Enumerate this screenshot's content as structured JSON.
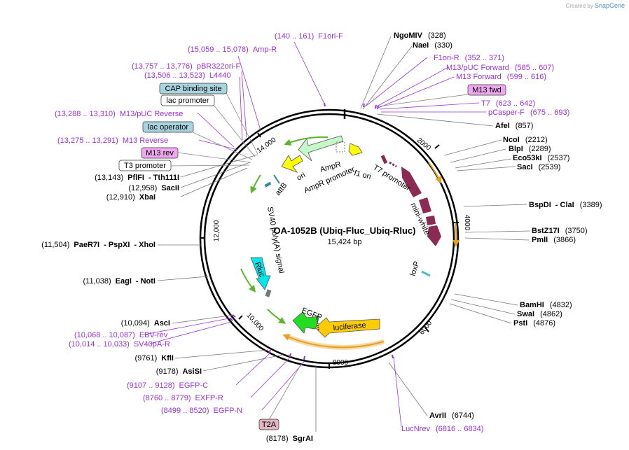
{
  "credit": {
    "prefix": "Created by",
    "brand": "SnapGene"
  },
  "plasmid": {
    "name": "OA-1052B (Ubiq-Fluc_Ubiq-Rluc)",
    "length": "15,424 bp"
  },
  "ticks": [
    "2000",
    "4000",
    "6000",
    "8000",
    "10,000",
    "12,000",
    "14,000"
  ],
  "enzymes_right": [
    {
      "name": "NgoMIV",
      "pos": "(328)"
    },
    {
      "name": "NaeI",
      "pos": "(330)"
    },
    {
      "name": "AfeI",
      "pos": "(857)"
    },
    {
      "name": "NcoI",
      "pos": "(2212)"
    },
    {
      "name": "BlpI",
      "pos": "(2289)"
    },
    {
      "name": "Eco53kI",
      "pos": "(2537)"
    },
    {
      "name": "SacI",
      "pos": "(2539)"
    },
    {
      "name": "BspDI",
      "name2": "ClaI",
      "pos": "(3389)"
    },
    {
      "name": "BstZ17I",
      "pos": "(3750)"
    },
    {
      "name": "PmlI",
      "pos": "(3866)"
    },
    {
      "name": "BamHI",
      "pos": "(4832)"
    },
    {
      "name": "SwaI",
      "pos": "(4862)"
    },
    {
      "name": "PstI",
      "pos": "(4876)"
    },
    {
      "name": "AvrII",
      "pos": "(6744)"
    }
  ],
  "enzymes_left": [
    {
      "name": "PflFI",
      "name2": "Tth111I",
      "pos": "(13,143)"
    },
    {
      "name": "SacII",
      "pos": "(12,958)"
    },
    {
      "name": "XbaI",
      "pos": "(12,910)"
    },
    {
      "name": "PaeR7I",
      "name2": "PspXI",
      "name3": "XhoI",
      "pos": "(11,504)"
    },
    {
      "name": "EagI",
      "name2": "NotI",
      "pos": "(11,038)"
    },
    {
      "name": "AscI",
      "pos": "(10,094)"
    },
    {
      "name": "KflI",
      "pos": "(9761)"
    },
    {
      "name": "AsiSI",
      "pos": "(9178)"
    },
    {
      "name": "SgrAI",
      "pos": "(8178)"
    }
  ],
  "primers": [
    {
      "name": "F1ori-F",
      "pos": "(140 .. 161)"
    },
    {
      "name": "Amp-R",
      "pos": "(15,059 .. 15,078)"
    },
    {
      "name": "pBR322ori-F",
      "pos": "(13,757 .. 13,776)"
    },
    {
      "name": "L4440",
      "pos": "(13,506 .. 13,523)"
    },
    {
      "name": "M13/pUC Reverse",
      "pos": "(13,288 .. 13,310)"
    },
    {
      "name": "M13 Reverse",
      "pos": "(13,275 .. 13,291)"
    },
    {
      "name": "F1ori-R",
      "pos": "(352 .. 371)"
    },
    {
      "name": "M13/pUC Forward",
      "pos": "(585 .. 607)"
    },
    {
      "name": "M13 Forward",
      "pos": "(599 .. 616)"
    },
    {
      "name": "T7",
      "pos": "(623 .. 642)"
    },
    {
      "name": "pCasper-F",
      "pos": "(675 .. 693)"
    },
    {
      "name": "EBV-rev",
      "pos": "(10,068 .. 10,087)"
    },
    {
      "name": "SV40pA-R",
      "pos": "(10,014 .. 10,033)"
    },
    {
      "name": "EGFP-C",
      "pos": "(9107 .. 9128)"
    },
    {
      "name": "EXFP-R",
      "pos": "(8760 .. 8779)"
    },
    {
      "name": "EGFP-N",
      "pos": "(8499 .. 8520)"
    },
    {
      "name": "LucNrev",
      "pos": "(6816 .. 6834)"
    }
  ],
  "boxed_features": [
    {
      "name": "CAP binding site",
      "fill": "#a9d4df"
    },
    {
      "name": "lac promoter",
      "fill": "#ffffff"
    },
    {
      "name": "lac operator",
      "fill": "#a9d4df"
    },
    {
      "name": "M13 rev",
      "fill": "#eea9ee"
    },
    {
      "name": "T3 promoter",
      "fill": "#ffffff"
    },
    {
      "name": "M13 fwd",
      "fill": "#eea9ee"
    },
    {
      "name": "T2A",
      "fill": "#e0b4c0"
    }
  ],
  "features": {
    "ampr": "AmpR",
    "ampr_promoter": "AmpR promoter",
    "ori": "ori",
    "f1_ori": "f1 ori",
    "t7_promoter": "T7 promoter",
    "attb": "attB",
    "mini_white": "mini-white",
    "loxp": "loxP",
    "sv40": "SV40 poly(A) signal",
    "rluc": "Rluc",
    "egfp": "EGFP",
    "luciferase": "luciferase"
  },
  "colors": {
    "primer": "#9b30d9",
    "ampr": "#c6f7c6",
    "ori": "#ffff00",
    "mini_white": "#8b2a52",
    "rluc": "#00e5ee",
    "egfp": "#22dd22",
    "luciferase": "#ffcc00",
    "orf": "#5ab52a",
    "orange_orf": "#e6a020"
  }
}
